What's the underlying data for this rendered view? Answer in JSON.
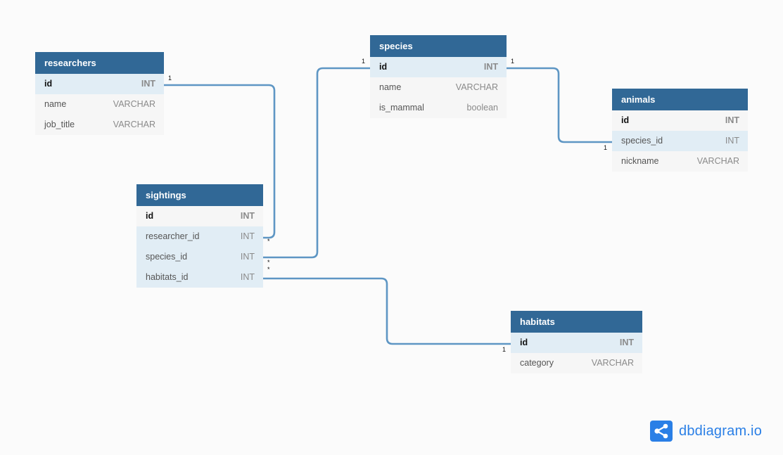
{
  "tables": {
    "researchers": {
      "title": "researchers",
      "columns": [
        {
          "name": "id",
          "type": "INT"
        },
        {
          "name": "name",
          "type": "VARCHAR"
        },
        {
          "name": "job_title",
          "type": "VARCHAR"
        }
      ]
    },
    "species": {
      "title": "species",
      "columns": [
        {
          "name": "id",
          "type": "INT"
        },
        {
          "name": "name",
          "type": "VARCHAR"
        },
        {
          "name": "is_mammal",
          "type": "boolean"
        }
      ]
    },
    "animals": {
      "title": "animals",
      "columns": [
        {
          "name": "id",
          "type": "INT"
        },
        {
          "name": "species_id",
          "type": "INT"
        },
        {
          "name": "nickname",
          "type": "VARCHAR"
        }
      ]
    },
    "sightings": {
      "title": "sightings",
      "columns": [
        {
          "name": "id",
          "type": "INT"
        },
        {
          "name": "researcher_id",
          "type": "INT"
        },
        {
          "name": "species_id",
          "type": "INT"
        },
        {
          "name": "habitats_id",
          "type": "INT"
        }
      ]
    },
    "habitats": {
      "title": "habitats",
      "columns": [
        {
          "name": "id",
          "type": "INT"
        },
        {
          "name": "category",
          "type": "VARCHAR"
        }
      ]
    }
  },
  "relationships": [
    {
      "from": "sightings.researcher_id",
      "to": "researchers.id",
      "from_card": "*",
      "to_card": "1"
    },
    {
      "from": "sightings.species_id",
      "to": "species.id",
      "from_card": "*",
      "to_card": "1"
    },
    {
      "from": "sightings.habitats_id",
      "to": "habitats.id",
      "from_card": "*",
      "to_card": "1"
    },
    {
      "from": "animals.species_id",
      "to": "species.id",
      "from_card": "1",
      "to_card": "1"
    }
  ],
  "brand": {
    "name": "dbdiagram.io"
  },
  "colors": {
    "header": "#316896",
    "edge": "#5e96c4",
    "brand": "#2a7fe6",
    "highlight_row": "#e1edf5"
  }
}
